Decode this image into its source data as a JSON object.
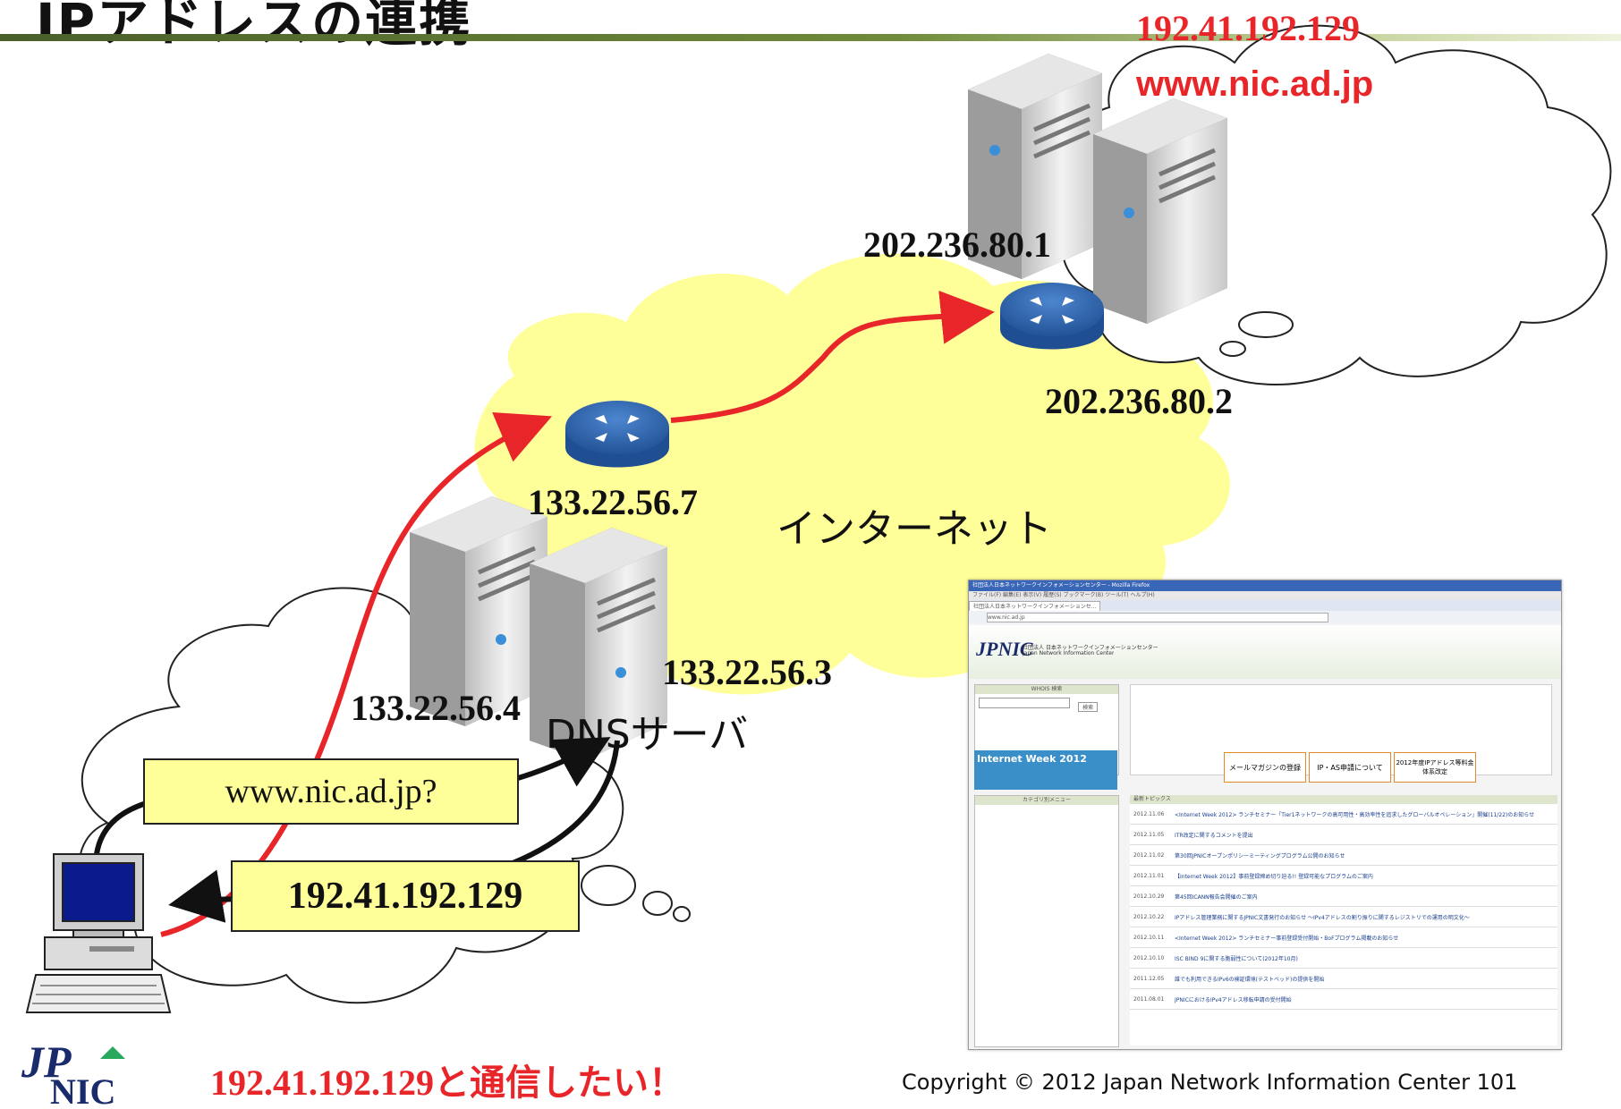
{
  "slide": {
    "title": "IPアドレスの連携",
    "footer_copyright": "Copyright © 2012 Japan Network Information Center",
    "page_number": "101",
    "logo_text": "JPNIC"
  },
  "labels": {
    "internet": "インターネット",
    "dns_server": "DNSサーバ",
    "target_ip": "192.41.192.129",
    "target_host": "www.nic.ad.jp",
    "web_router_ip": "202.236.80.1",
    "internet_router_ip": "202.236.80.2",
    "isp_router_ip": "133.22.56.7",
    "dns_server_ip_a": "133.22.56.4",
    "dns_server_ip_b": "133.22.56.3",
    "query_box": "www.nic.ad.jp?",
    "answer_box": "192.41.192.129",
    "want_to_communicate": "192.41.192.129と通信したい！"
  },
  "browser": {
    "window_title": "社団法人日本ネットワークインフォメーションセンター - Mozilla Firefox",
    "menu": "ファイル(F)  編集(E)  表示(V)  履歴(S)  ブックマーク(B)  ツール(T)  ヘルプ(H)",
    "tab": "社団法人日本ネットワークインフォメーションセ...",
    "url": "www.nic.ad.jp",
    "site_name_ja": "社団法人 日本ネットワークインフォメーションセンター",
    "site_name_en": "Japan Network Information Center",
    "whois_title": "WHOIS 検索",
    "search_button": "検索",
    "banner_iw": "Internet Week 2012",
    "mail_magazine": "メールマガジンの登録",
    "ipas": "IP・AS申請について",
    "fee": "2012年度IPアドレス等料金体系改定",
    "topics_header": "最新トピックス",
    "category_menu": "カテゴリ別メニュー",
    "topics": [
      {
        "date": "2012.11.06",
        "text": "<Internet Week 2012> ランチセミナー「Tier1ネットワークの高可用性・高効率性を追求したグローバルオペレーション」開催(11/22)のお知らせ"
      },
      {
        "date": "2012.11.05",
        "text": "ITR改定に関するコメントを提出"
      },
      {
        "date": "2012.11.02",
        "text": "第30回JPNICオープンポリシーミーティングプログラム公開のお知らせ"
      },
      {
        "date": "2012.11.01",
        "text": "【Internet Week 2012】事前登録締め切り迫る!! 登録可能なプログラムのご案内"
      },
      {
        "date": "2012.10.29",
        "text": "第45回ICANN報告会開催のご案内"
      },
      {
        "date": "2012.10.22",
        "text": "IPアドレス管理業務に関するJPNIC文書発行のお知らせ ～IPv4アドレスの割り振りに関するレジストリでの運用の明文化～"
      },
      {
        "date": "2012.10.11",
        "text": "<Internet Week 2012> ランチセミナー事前登録受付開始・BoFプログラム掲載のお知らせ"
      },
      {
        "date": "2012.10.10",
        "text": "ISC BIND 9に関する脆弱性について(2012年10月)"
      },
      {
        "date": "2011.12.05",
        "text": "誰でも利用できるIPv6の検証環境(テストベッド)の提供を開始"
      },
      {
        "date": "2011.08.01",
        "text": "JPNICにおけるIPv4アドレス移転申請の受付開始"
      }
    ]
  },
  "colors": {
    "red_line": "#e8262a",
    "cloud_fill": "#ffff99",
    "router_blue": "#2f66b0",
    "server_gray": "#d9d9d9"
  }
}
